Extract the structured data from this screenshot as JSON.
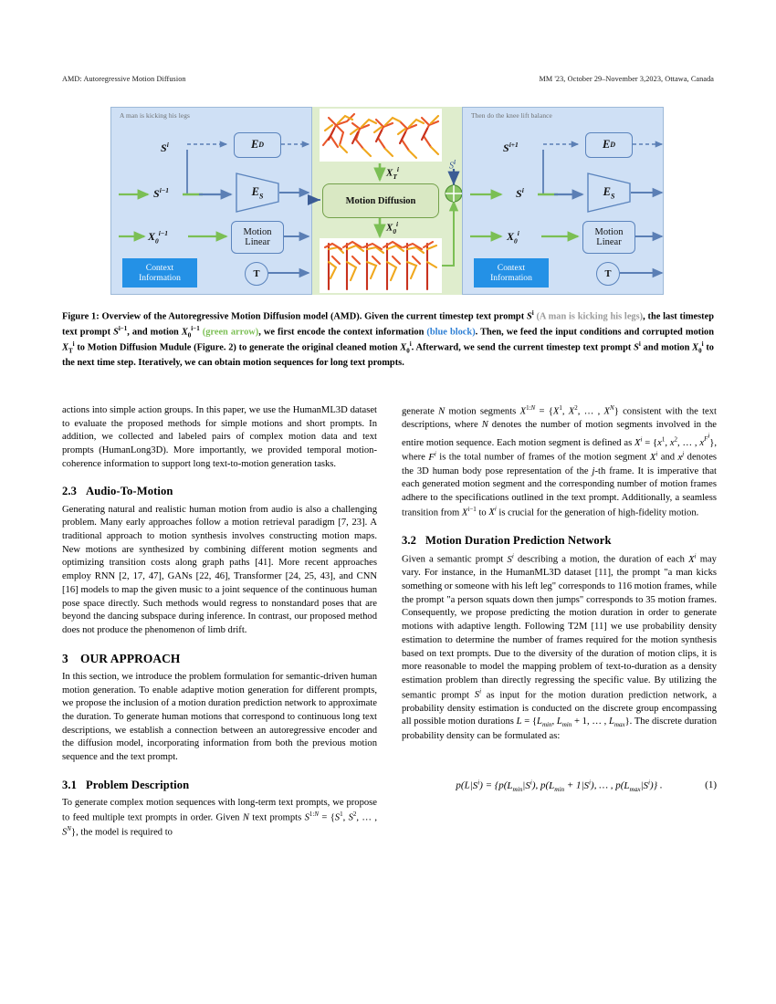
{
  "header": {
    "left": "AMD: Autoregressive Motion Diffusion",
    "right": "MM '23, October 29–November 3,2023, Ottawa, Canada"
  },
  "figure": {
    "left_panel": {
      "title": "A man is kicking his legs",
      "labels": {
        "s_i": "S",
        "s_i_sup": "i",
        "s_im1": "S",
        "s_im1_sup": "i−1",
        "x0_im1": "X",
        "x0_sub": "0",
        "x0_sup": "i−1"
      },
      "ed_box": "E",
      "ed_sub": "D",
      "es_box": "E",
      "es_sub": "S",
      "motion_linear": "Motion Linear",
      "context": "Context Information",
      "t_circle": "T"
    },
    "middle": {
      "motion_diffusion": "Motion Diffusion",
      "xt_label": "X",
      "xt_sub": "T",
      "xt_sup": "i",
      "x0_label": "X",
      "x0_sub": "0",
      "x0_sup": "i",
      "merge_label": "S",
      "merge_sup": "i"
    },
    "right_panel": {
      "title": "Then do the knee lift balance",
      "labels": {
        "s_ip1": "S",
        "s_ip1_sup": "i+1",
        "s_i": "S",
        "s_i_sup": "i",
        "x0_i": "X",
        "x0_sub": "0",
        "x0_sup": "i"
      },
      "ed_box": "E",
      "ed_sub": "D",
      "es_box": "E",
      "es_sub": "S",
      "motion_linear": "Motion Linear",
      "context": "Context Information",
      "t_circle": "T"
    },
    "colors": {
      "panel_blue": "#cfe0f5",
      "panel_green": "#dfedcd",
      "context_blue": "#2491e6",
      "green_arrow": "#7bbf54",
      "blue_arrow": "#5b7fb5",
      "box_border": "#5b84bd",
      "diffusion_border": "#73a14a"
    }
  },
  "caption": {
    "label": "Figure 1:",
    "text_parts": [
      "Overview of the Autoregressive Motion Diffusion model (AMD). Given the current timestep text prompt ",
      "S",
      "i",
      " (A man is kicking his legs), the last timestep text prompt ",
      "S",
      "i−1",
      ", and motion ",
      "X",
      "0",
      "i−1",
      " (green arrow), we first encode the context information ",
      "(blue block)",
      ". Then, we feed the input conditions and corrupted motion ",
      "X",
      "T",
      "i",
      " to Motion Diffusion Mudule (Figure. 2) to generate the original cleaned motion ",
      "X",
      "0",
      "i",
      ". Afterward, we send the current timestep text prompt ",
      "S",
      "i",
      " and motion ",
      "X",
      "0",
      "i",
      " to the next time step. Iteratively, we can obtain motion sequences for long text prompts."
    ],
    "grey_phrase": "(A man is kicking his legs)",
    "green_phrase": "(green arrow)",
    "blue_phrase": "(blue block)"
  },
  "left_column": {
    "para1": "actions into simple action groups. In this paper, we use the HumanML3D dataset to evaluate the proposed methods for simple motions and short prompts. In addition, we collected and labeled pairs of complex motion data and text prompts (HumanLong3D). More importantly, we provided temporal motion-coherence information to support long text-to-motion generation tasks.",
    "sec23_num": "2.3",
    "sec23_title": "Audio-To-Motion",
    "para2a": "Generating natural and realistic human motion from audio is also a challenging problem. Many early approaches follow a motion retrieval paradigm [7, 23]. A traditional approach to motion synthesis involves constructing motion maps. New motions are synthesized by combining different motion segments and optimizing transition costs along graph paths [41]. More recent approaches employ RNN [2, 17, 47], GANs [22, 46], Transformer [24, 25, 43], and CNN [16] models to map the given music to a joint sequence of the continuous human pose space directly. Such methods would regress to nonstandard poses that are beyond the dancing subspace during inference. In contrast, our proposed method does not produce the phenomenon of limb drift.",
    "sec3_num": "3",
    "sec3_title": "OUR APPROACH",
    "para3": "In this section, we introduce the problem formulation for semantic-driven human motion generation. To enable adaptive motion generation for different prompts, we propose the inclusion of a motion duration prediction network to approximate the duration. To generate human motions that correspond to continuous long text descriptions, we establish a connection between an autoregressive encoder and the diffusion model, incorporating information from both the previous motion sequence and the text prompt.",
    "sec31_num": "3.1",
    "sec31_title": "Problem Description",
    "para4_pre": "To generate complex motion sequences with long-term text prompts, we propose to feed multiple text prompts in order. Given ",
    "para4_N": "N",
    "para4_mid": " text prompts ",
    "para4_eq": "S1:N = {S1, S2, … , SN}",
    "para4_post": ", the model is required to"
  },
  "right_column": {
    "para1_pre": "generate ",
    "para1_N": "N",
    "para1_mid": " motion segments ",
    "para1_eq1": "X1:N = {X1, X2, … , XN}",
    "para1_body": " consistent with the text descriptions, where N denotes the number of motion segments involved in the entire motion sequence. Each motion segment is defined as Xi = {x1, x2, … , xFi}, where Fi is the total number of frames of the motion segment Xi and xj denotes the 3D human body pose representation of the j-th frame. It is imperative that each generated motion segment and the corresponding number of motion frames adhere to the specifications outlined in the text prompt. Additionally, a seamless transition from Xi−1 to Xi is crucial for the generation of high-fidelity motion.",
    "sec32_num": "3.2",
    "sec32_title": "Motion Duration Prediction Network",
    "para2": "Given a semantic prompt Si describing a motion, the duration of each Xi may vary. For instance, in the HumanML3D dataset [11], the prompt \"a man kicks something or someone with his left leg\" corresponds to 116 motion frames, while the prompt \"a person squats down then jumps\" corresponds to 35 motion frames. Consequently, we propose predicting the motion duration in order to generate motions with adaptive length. Following T2M [11] we use probability density estimation to determine the number of frames required for the motion synthesis based on text prompts. Due to the diversity of the duration of motion clips, it is more reasonable to model the mapping problem of text-to-duration as a density estimation problem than directly regressing the specific value. By utilizing the semantic prompt Si as input for the motion duration prediction network, a probability density estimation is conducted on the discrete group encompassing all possible motion durations L = {Lmin, Lmin + 1, … , Lmax}. The discrete duration probability density can be formulated as:",
    "equation": "p(L|Si) = {p(Lmin|Si), p(Lmin + 1|Si), … , p(Lmax|Si)} .",
    "equation_number": "(1)"
  }
}
